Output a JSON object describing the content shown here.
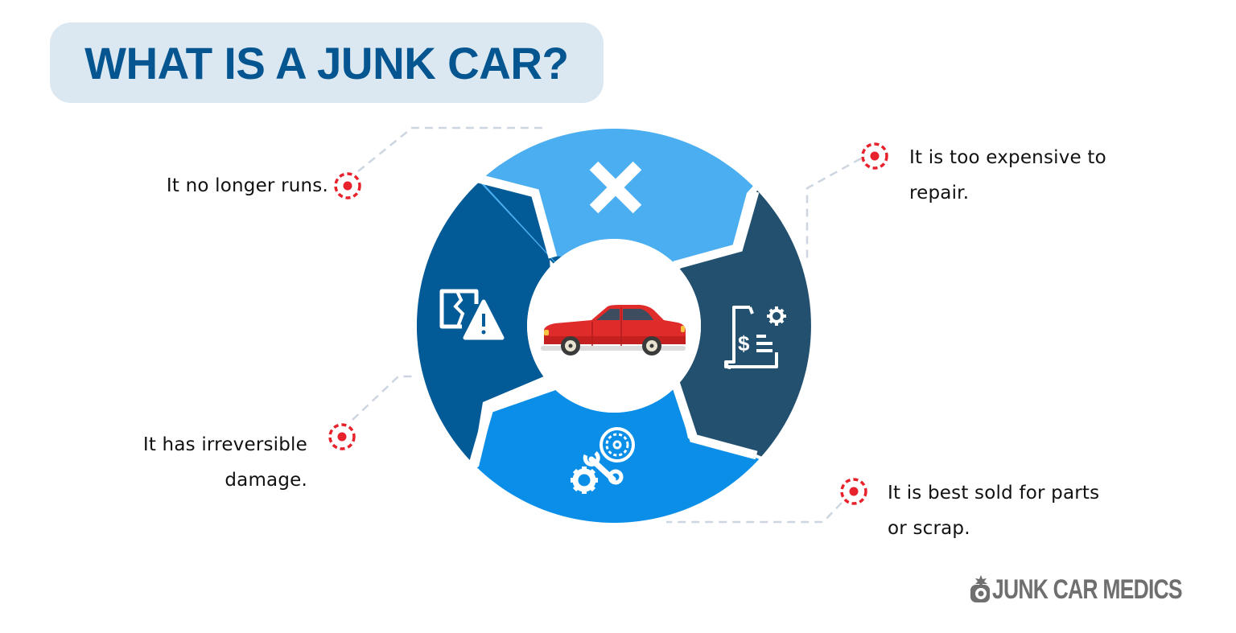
{
  "title": "WHAT IS A JUNK CAR?",
  "colors": {
    "title_bg": "#dbe8f2",
    "title_text": "#045590",
    "segment_top": "#4baef0",
    "segment_right": "#23506f",
    "segment_bottom": "#0a8ee8",
    "segment_left": "#025a96",
    "marker": "#e8222c",
    "connector": "#cdd6e0"
  },
  "segments": [
    {
      "position": "top",
      "icon": "close-x-icon"
    },
    {
      "position": "right",
      "icon": "invoice-gear-icon"
    },
    {
      "position": "bottom",
      "icon": "tools-gear-wheel-icon"
    },
    {
      "position": "left",
      "icon": "broken-window-warning-icon"
    }
  ],
  "center": {
    "icon": "red-sedan-car-icon"
  },
  "labels": {
    "no_longer_runs": "It no longer runs.",
    "too_expensive_line1": "It is too expensive to",
    "too_expensive_line2": "repair.",
    "irreversible_line1": "It has irreversible",
    "irreversible_line2": "damage.",
    "best_sold_line1": "It is best sold for parts",
    "best_sold_line2": "or scrap."
  },
  "logo": {
    "text": "JUNK CAR MEDICS",
    "icon": "wheel-logo-icon"
  }
}
